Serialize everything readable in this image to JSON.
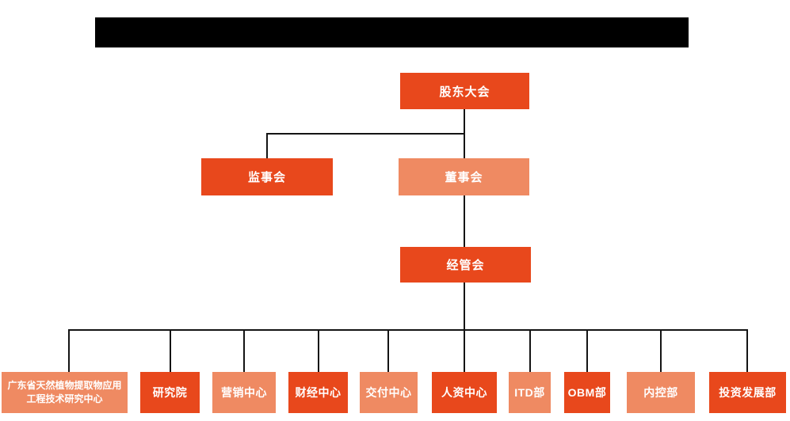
{
  "colors": {
    "primary_dark": "#e8481c",
    "primary_light": "#ef8a62",
    "connector": "#141414",
    "label_text": "#ffffff",
    "redacted_bar": "#000000"
  },
  "org": {
    "level1": {
      "label": "股东大会",
      "variant": "dark"
    },
    "level2": [
      {
        "label": "监事会",
        "variant": "dark"
      },
      {
        "label": "董事会",
        "variant": "light"
      }
    ],
    "level3": {
      "label": "经管会",
      "variant": "dark"
    },
    "level4": [
      {
        "label": "广东省天然植物提取物应用工程技术研究中心",
        "variant": "light"
      },
      {
        "label": "研究院",
        "variant": "dark"
      },
      {
        "label": "营销中心",
        "variant": "light"
      },
      {
        "label": "财经中心",
        "variant": "dark"
      },
      {
        "label": "交付中心",
        "variant": "light"
      },
      {
        "label": "人资中心",
        "variant": "dark"
      },
      {
        "label": "ITD部",
        "variant": "light"
      },
      {
        "label": "OBM部",
        "variant": "dark"
      },
      {
        "label": "内控部",
        "variant": "light"
      },
      {
        "label": "投资发展部",
        "variant": "dark"
      }
    ]
  }
}
